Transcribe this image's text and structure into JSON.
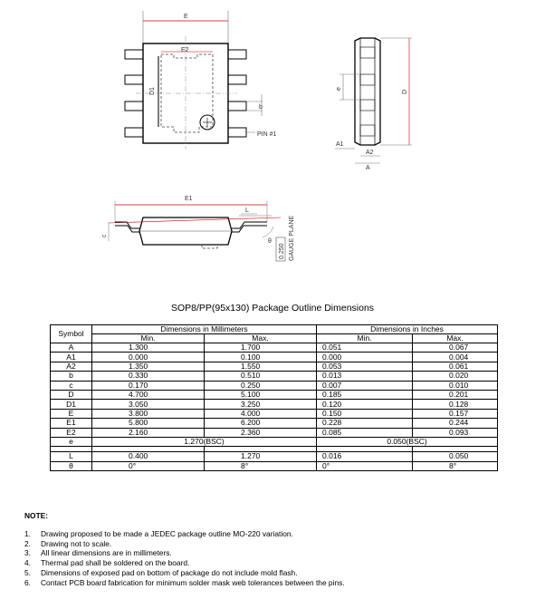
{
  "drawing": {
    "top_view_labels": {
      "e_overall": "E",
      "e2": "E2",
      "d1": "D1",
      "b": "b",
      "pin1": "PIN #1",
      "e_pitch": "e"
    },
    "side_view_labels": {
      "a1": "A1",
      "a2": "A2",
      "a": "A",
      "d": "D"
    },
    "front_view_labels": {
      "e1": "E1",
      "c": "c",
      "l": "L",
      "theta": "θ",
      "gauge_value": "0.250",
      "gauge_plane": "GAUGE PLANE"
    }
  },
  "table": {
    "title": "SOP8/PP(95x130) Package Outline Dimensions",
    "header": {
      "symbol": "Symbol",
      "mm": "Dimensions in Millimeters",
      "inch": "Dimensions in Inches",
      "min": "Min.",
      "max": "Max."
    },
    "rows": [
      {
        "symbol": "A",
        "mm_min": "1.300",
        "mm_max": "1.700",
        "in_min": "0.051",
        "in_max": "0.067"
      },
      {
        "symbol": "A1",
        "mm_min": "0.000",
        "mm_max": "0.100",
        "in_min": "0.000",
        "in_max": "0.004"
      },
      {
        "symbol": "A2",
        "mm_min": "1.350",
        "mm_max": "1.550",
        "in_min": "0.053",
        "in_max": "0.061"
      },
      {
        "symbol": "b",
        "mm_min": "0.330",
        "mm_max": "0.510",
        "in_min": "0.013",
        "in_max": "0.020"
      },
      {
        "symbol": "c",
        "mm_min": "0.170",
        "mm_max": "0.250",
        "in_min": "0.007",
        "in_max": "0.010"
      },
      {
        "symbol": "D",
        "mm_min": "4.700",
        "mm_max": "5.100",
        "in_min": "0.185",
        "in_max": "0.201"
      },
      {
        "symbol": "D1",
        "mm_min": "3.050",
        "mm_max": "3.250",
        "in_min": "0.120",
        "in_max": "0.128"
      },
      {
        "symbol": "E",
        "mm_min": "3.800",
        "mm_max": "4.000",
        "in_min": "0.150",
        "in_max": "0.157"
      },
      {
        "symbol": "E1",
        "mm_min": "5.800",
        "mm_max": "6.200",
        "in_min": "0.228",
        "in_max": "0.244"
      },
      {
        "symbol": "E2",
        "mm_min": "2.160",
        "mm_max": "2.360",
        "in_min": "0.085",
        "in_max": "0.093"
      }
    ],
    "e_row": {
      "symbol": "e",
      "mm": "1.270(BSC)",
      "inch": "0.050(BSC)"
    },
    "tail_rows": [
      {
        "symbol": "L",
        "mm_min": "0.400",
        "mm_max": "1.270",
        "in_min": "0.016",
        "in_max": "0.050"
      },
      {
        "symbol": "θ",
        "mm_min": "0°",
        "mm_max": "8°",
        "in_min": "0°",
        "in_max": "8°"
      }
    ]
  },
  "notes": {
    "title": "NOTE:",
    "items": [
      {
        "num": "1.",
        "text": "Drawing proposed to be made a JEDEC package outline MO-220 variation."
      },
      {
        "num": "2.",
        "text": "Drawing not to scale."
      },
      {
        "num": "3.",
        "text": "All linear dimensions are in millimeters."
      },
      {
        "num": "4.",
        "text": "Thermal pad shall be soldered on the board."
      },
      {
        "num": "5.",
        "text": "Dimensions of exposed pad on bottom of package do not include mold flash."
      },
      {
        "num": "6.",
        "text": "Contact PCB board fabrication for minimum solder mask web tolerances between the pins."
      }
    ]
  }
}
